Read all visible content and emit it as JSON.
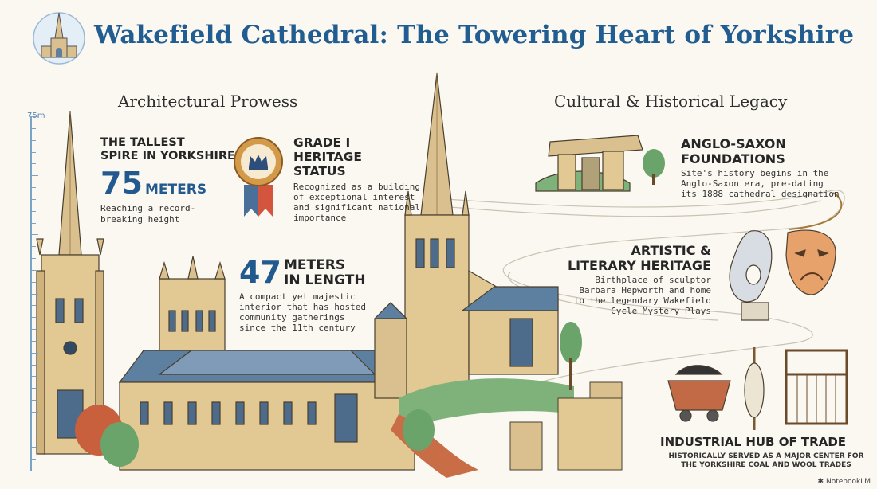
{
  "header": {
    "title": "Wakefield Cathedral: The Towering Heart of Yorkshire"
  },
  "architectural": {
    "heading": "Architectural Prowess",
    "scale_label": "75m",
    "spire": {
      "label_line1": "The tallest",
      "label_line2": "spire in Yorkshire",
      "value": "75",
      "unit": "meters",
      "desc_line1": "Reaching a record-",
      "desc_line2": "breaking height"
    },
    "heritage": {
      "title_line1": "Grade I",
      "title_line2": "Heritage",
      "title_line3": "Status",
      "desc_line1": "Recognized as a building",
      "desc_line2": "of exceptional interest",
      "desc_line3": "and significant national",
      "desc_line4": "importance"
    },
    "length": {
      "value": "47",
      "unit_line1": "meters",
      "unit_line2": "in length",
      "desc_line1": "A compact yet majestic",
      "desc_line2": "interior that has hosted",
      "desc_line3": "community gatherings",
      "desc_line4": "since the 11th century"
    }
  },
  "cultural": {
    "heading": "Cultural & Historical Legacy",
    "anglo_saxon": {
      "title_line1": "Anglo-Saxon",
      "title_line2": "Foundations",
      "desc_line1": "Site's history begins in the",
      "desc_line2": "Anglo-Saxon era, pre-dating",
      "desc_line3": "its 1888 cathedral designation"
    },
    "artistic": {
      "title_line1": "Artistic &",
      "title_line2": "Literary Heritage",
      "desc_line1": "Birthplace of sculptor",
      "desc_line2": "Barbara Hepworth and home",
      "desc_line3": "to the legendary Wakefield",
      "desc_line4": "Cycle Mystery Plays"
    },
    "industrial": {
      "title": "INDUSTRIAL HUB OF TRADE",
      "desc_line1": "Historically served as a major center for",
      "desc_line2": "the Yorkshire coal and wool trades"
    }
  },
  "footer": {
    "credit": "NotebookLM"
  },
  "colors": {
    "title_blue": "#215d91",
    "stone": "#d9c08e",
    "stone_dark": "#a8874f",
    "roof_blue": "#5d7fa0",
    "ribbon_red": "#d3553d",
    "tree_green": "#6aa46b"
  }
}
